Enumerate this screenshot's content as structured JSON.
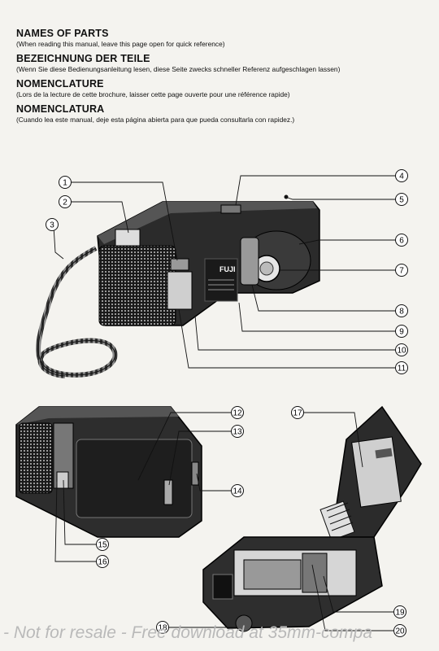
{
  "headings": [
    {
      "title": "NAMES OF PARTS",
      "note": "(When reading this manual, leave this page open for quick reference)"
    },
    {
      "title": "BEZEICHNUNG DER TEILE",
      "note": "(Wenn Sie diese Bedienungsanleitung lesen, diese Seite zwecks schneller Referenz aufgeschlagen lassen)"
    },
    {
      "title": "NOMENCLATURE",
      "note": "(Lors de la lecture de cette brochure, laisser cette page ouverte pour une référence rapide)"
    },
    {
      "title": "NOMENCLATURA",
      "note": "(Cuando lea este manual, deje esta página abierta para que pueda consultarla con rapidez.)"
    }
  ],
  "brand_label": "FUJI",
  "callouts": [
    "1",
    "2",
    "3",
    "4",
    "5",
    "6",
    "7",
    "8",
    "9",
    "10",
    "11",
    "12",
    "13",
    "14",
    "15",
    "16",
    "17",
    "18",
    "19",
    "20"
  ],
  "watermark": "- Not for resale - Free download at 35mm-compa"
}
